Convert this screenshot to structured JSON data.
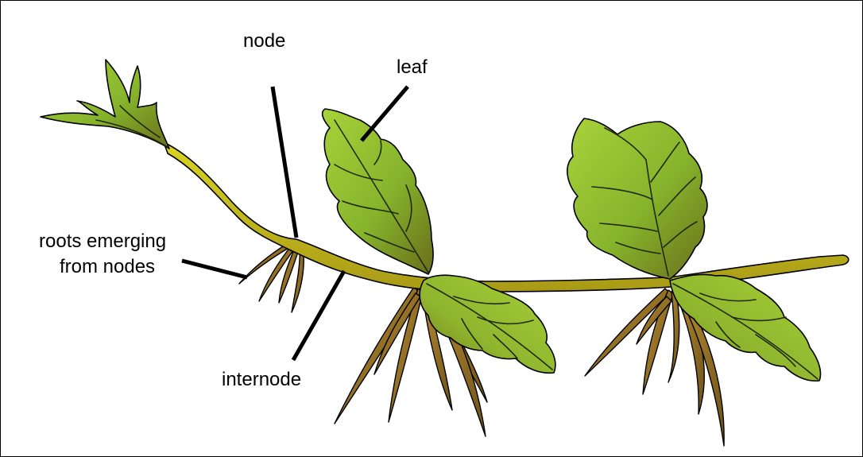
{
  "labels": {
    "node": "node",
    "leaf": "leaf",
    "roots_line1": "roots emerging",
    "roots_line2": "from nodes",
    "internode": "internode"
  },
  "colors": {
    "stem": "#c9c419",
    "stem_dark": "#9c8a13",
    "leaf_light": "#9cc832",
    "leaf_dark": "#6f7a1c",
    "root": "#a8822e",
    "root_dark": "#6b4e16"
  }
}
